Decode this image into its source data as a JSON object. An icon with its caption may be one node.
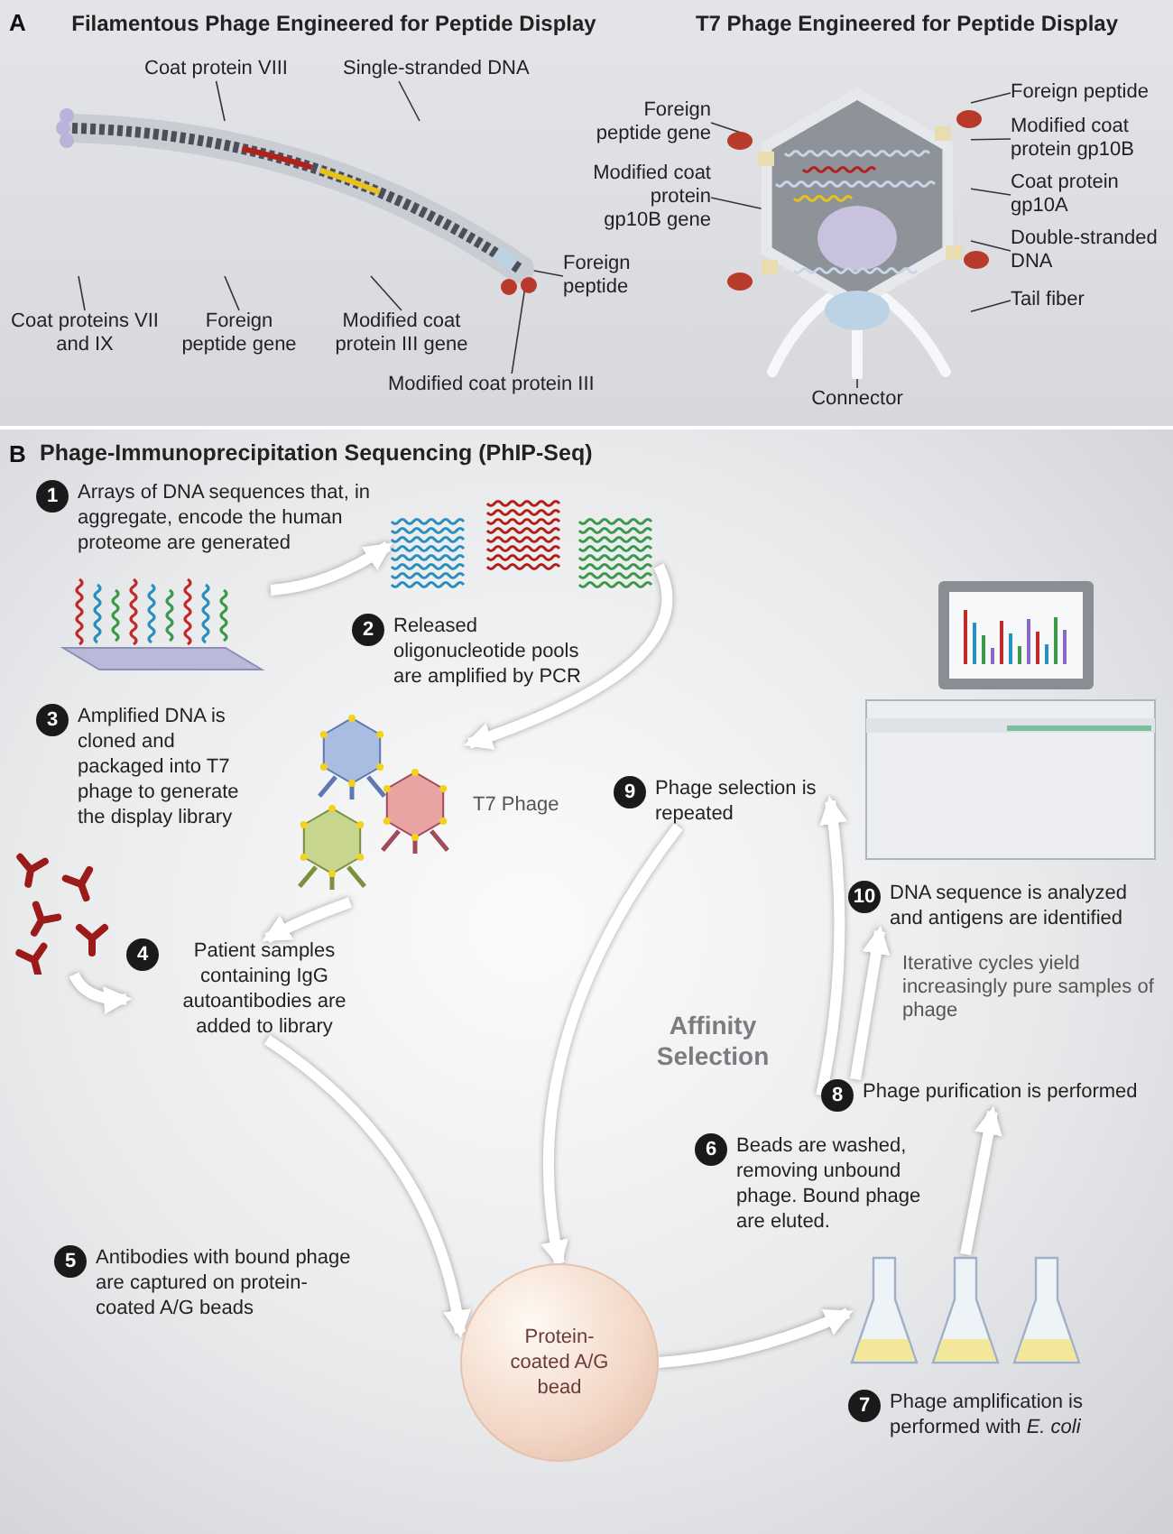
{
  "diagram": {
    "nodes": [
      {
        "text": [],
        "shape": "picture"
      },
      {
        "text": [],
        "shape": "picture"
      },
      {
        "text": [
          "Coat proteins VII and IX"
        ]
      },
      {
        "text": [
          "Coat protein VIII"
        ]
      },
      {
        "text": [
          "Single-stranded DNA"
        ]
      },
      {
        "text": [
          "Foreign peptide gene"
        ]
      },
      {
        "text": [
          "Modified coat protein III gene"
        ]
      },
      {
        "text": [
          "Foreign peptide"
        ]
      },
      {
        "text": [
          "Modified coat protein III"
        ]
      },
      {
        "text": [
          "Foreign peptide gene"
        ]
      },
      {
        "text": [
          "Modified coat protein gp10B gene"
        ]
      },
      {
        "text": [
          "Foreign peptide"
        ]
      },
      {
        "text": [
          "Modified coat protein gp10B"
        ]
      },
      {
        "text": [
          "Coat protein gp10A"
        ]
      },
      {
        "text": [
          "Double-stranded DNA"
        ]
      },
      {
        "text": [
          "Tail fiber"
        ]
      },
      {
        "text": [
          "Connector"
        ]
      },
      {
        "text": [
          "1",
          "Arrays of DNA sequences that, in aggregate, encode the human proteome are generated"
        ]
      },
      {
        "text": [],
        "shape": "picture"
      },
      {
        "text": [],
        "shape": "picture"
      },
      {
        "text": [
          "2",
          "Released oligonucleotide pools are amplified by PCR"
        ]
      },
      {
        "text": [],
        "shape": "picture",
        "beside": [
          "T7 Phage"
        ]
      },
      {
        "text": [
          "3",
          "Amplified DNA is cloned and packaged into T7 phage to generate the display library"
        ]
      },
      {
        "text": [],
        "shape": "picture"
      },
      {
        "text": [
          "4",
          "Patient samples containing IgG autoantibodies are added to library"
        ]
      },
      {
        "text": [
          "5",
          "Antibodies with bound phage are captured on protein-coated A/G beads"
        ]
      },
      {
        "text": [
          "Protein-coated A/G bead"
        ]
      },
      {
        "text": [
          "6",
          "Beads are washed, removing unbound phage. Bound phage are eluted."
        ]
      },
      {
        "text": [],
        "shape": "picture"
      },
      {
        "text": [
          "7",
          "Phage amplification is performed with *E. coli*"
        ]
      },
      {
        "text": [
          "8",
          "Phage purification is performed"
        ]
      },
      {
        "text": [
          "9",
          "Phage selection is repeated"
        ]
      },
      {
        "text": [
          "10",
          "DNA sequence is analyzed and antigens are identified"
        ]
      }
    ],
    "edges": [
      {
        "from": 2,
        "to": 0,
        "arrow": "none"
      },
      {
        "from": 3,
        "to": 0,
        "arrow": "none"
      },
      {
        "from": 4,
        "to": 0,
        "arrow": "none"
      },
      {
        "from": 5,
        "to": 0,
        "arrow": "none"
      },
      {
        "from": 6,
        "to": 0,
        "arrow": "none"
      },
      {
        "from": 7,
        "to": 0,
        "arrow": "none"
      },
      {
        "from": 8,
        "to": 0,
        "arrow": "none"
      },
      {
        "from": 9,
        "to": 1,
        "arrow": "none"
      },
      {
        "from": 10,
        "to": 1,
        "arrow": "none"
      },
      {
        "from": 11,
        "to": 1,
        "arrow": "none"
      },
      {
        "from": 12,
        "to": 1,
        "arrow": "none"
      },
      {
        "from": 13,
        "to": 1,
        "arrow": "none"
      },
      {
        "from": 14,
        "to": 1,
        "arrow": "none"
      },
      {
        "from": 15,
        "to": 1,
        "arrow": "none"
      },
      {
        "from": 16,
        "to": 1,
        "arrow": "none"
      },
      {
        "from": 18,
        "to": 19,
        "arrow": "to",
        "style": "thick",
        "color": "#ffffff"
      },
      {
        "from": 19,
        "to": 21,
        "arrow": "to",
        "style": "thick",
        "color": "#ffffff"
      },
      {
        "from": 21,
        "to": 24,
        "arrow": "to",
        "style": "thick",
        "color": "#ffffff"
      },
      {
        "from": 23,
        "to": 24,
        "arrow": "to",
        "style": "thick",
        "color": "#ffffff"
      },
      {
        "from": 24,
        "to": 26,
        "arrow": "to",
        "style": "thick",
        "color": "#ffffff"
      },
      {
        "from": 31,
        "to": 26,
        "arrow": "to",
        "style": "thick",
        "color": "#ffffff"
      },
      {
        "from": 26,
        "to": 28,
        "arrow": "to",
        "style": "thick",
        "color": "#ffffff"
      },
      {
        "from": 28,
        "to": 30,
        "arrow": "to",
        "style": "thick",
        "color": "#ffffff"
      },
      {
        "from": 30,
        "to": 31,
        "arrow": "to",
        "style": "thick",
        "color": "#ffffff"
      },
      {
        "from": 30,
        "to": 32,
        "arrow": "to",
        "style": "thick",
        "color": "#ffffff"
      }
    ],
    "labels": [
      "A",
      "Filamentous Phage Engineered for Peptide Display",
      "T7 Phage Engineered for Peptide Display",
      "B",
      "Phage-Immunoprecipitation Sequencing (PhIP-Seq)",
      "Affinity Selection",
      "Iterative cycles yield increasingly pure samples of phage"
    ]
  }
}
